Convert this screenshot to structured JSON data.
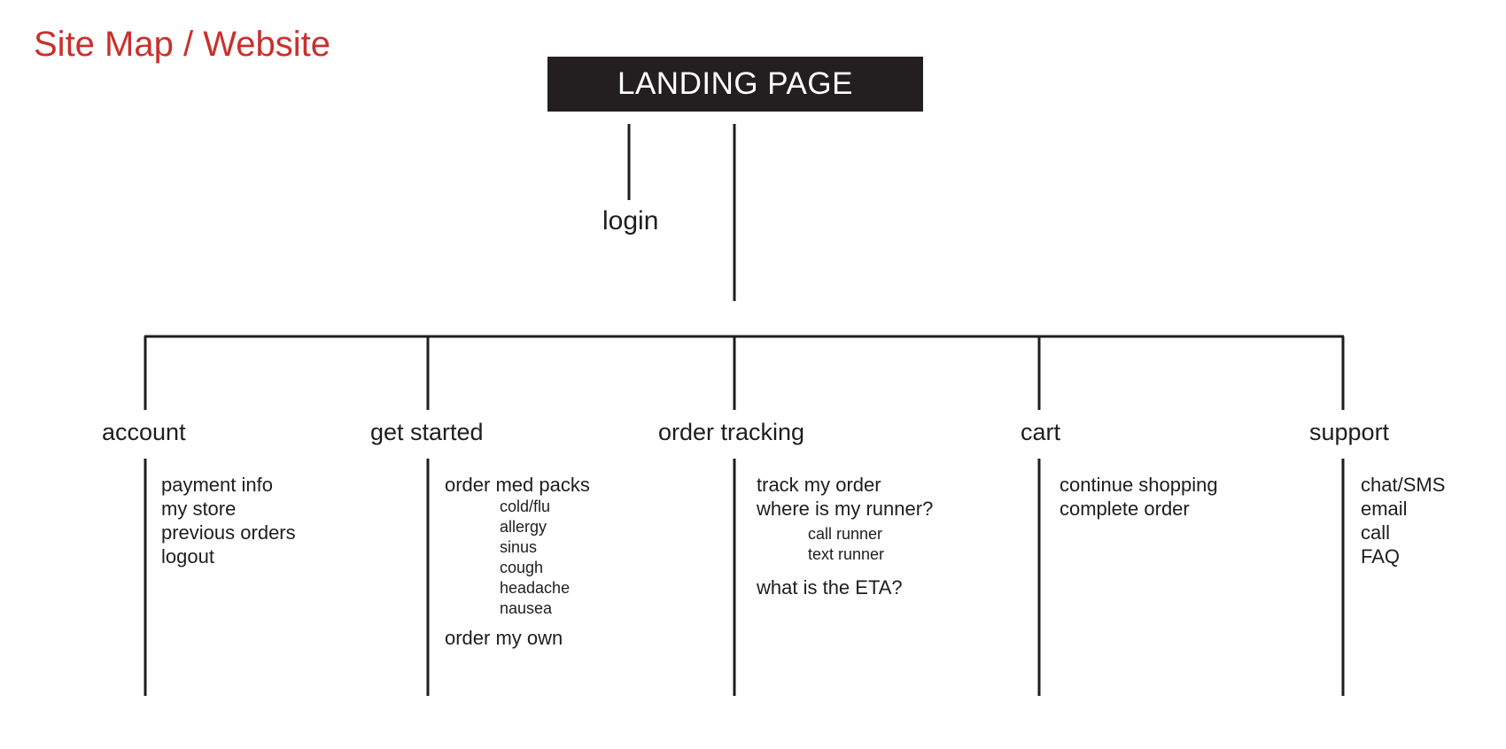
{
  "title": "Site Map / Website",
  "colors": {
    "title": "#c9302c",
    "box_fill": "#231f20",
    "box_text": "#ffffff",
    "lines": "#1f1d1e"
  },
  "landing_page": "LANDING PAGE",
  "login": "login",
  "branches": {
    "account": {
      "label": "account",
      "items": [
        "payment info",
        "my store",
        "previous orders",
        "logout"
      ]
    },
    "get_started": {
      "label": "get started",
      "order_med_packs": "order med packs",
      "med_packs": [
        "cold/flu",
        "allergy",
        "sinus",
        "cough",
        "headache",
        "nausea"
      ],
      "order_my_own": "order my own"
    },
    "order_tracking": {
      "label": "order tracking",
      "track_my_order": "track my order",
      "where_is_my_runner": "where is my runner?",
      "runner_options": [
        "call runner",
        "text runner"
      ],
      "eta": "what is the ETA?"
    },
    "cart": {
      "label": "cart",
      "items": [
        "continue shopping",
        "complete order"
      ]
    },
    "support": {
      "label": "support",
      "items": [
        "chat/SMS",
        "email",
        "call",
        "FAQ"
      ]
    }
  }
}
